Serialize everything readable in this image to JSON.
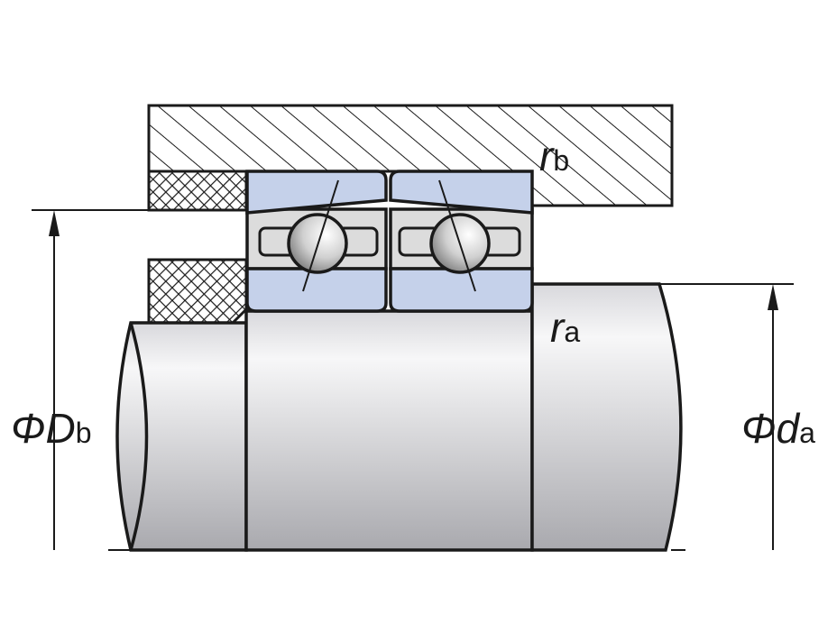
{
  "labels": {
    "rb": {
      "main": "r",
      "sub": "b"
    },
    "ra": {
      "main": "r",
      "sub": "a"
    },
    "Db": {
      "main": "ΦD",
      "sub": "b"
    },
    "da": {
      "main": "Φd",
      "sub": "a"
    }
  },
  "colors": {
    "ring": "#c5d1ea",
    "gap": "#dcdcdc",
    "line": "#1a1a1a"
  }
}
